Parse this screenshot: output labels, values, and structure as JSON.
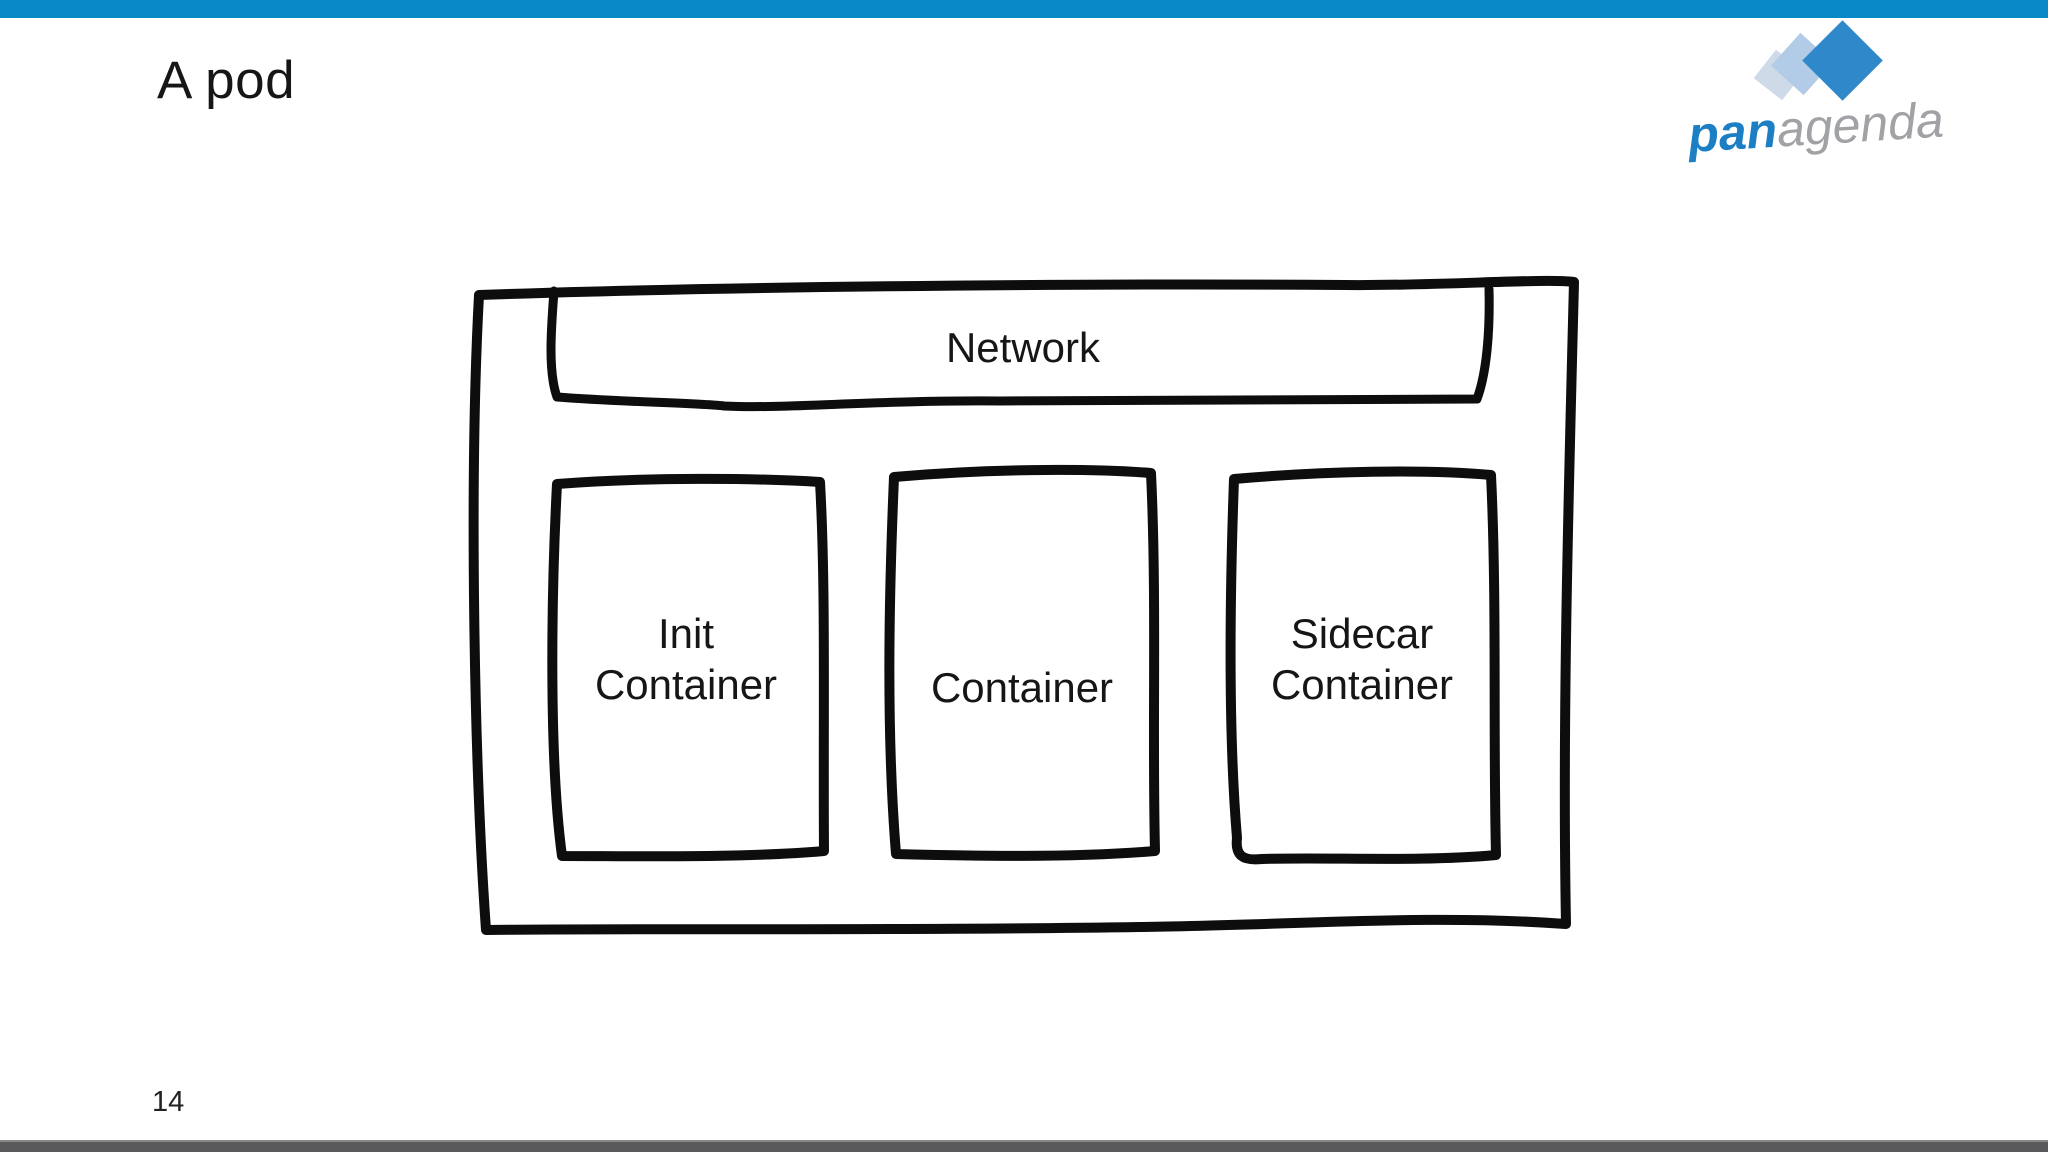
{
  "slide": {
    "title": "A pod",
    "page_number": "14"
  },
  "logo": {
    "brand_primary": "pan",
    "brand_secondary": "agenda"
  },
  "diagram": {
    "network_label": "Network",
    "containers": [
      {
        "label": "Init Container"
      },
      {
        "label": "Container"
      },
      {
        "label": "Sidecar Container"
      }
    ]
  },
  "theme": {
    "accent_blue": "#0889c5",
    "footer_gray": "#59595b",
    "ink_black": "#0d0d0d",
    "logo_blue": "#1c7fc4",
    "logo_gray": "#a0a2a5",
    "diamond_main": "#2e88ca",
    "diamond_mid": "#b2cbe6",
    "diamond_back": "#cfdae9"
  }
}
